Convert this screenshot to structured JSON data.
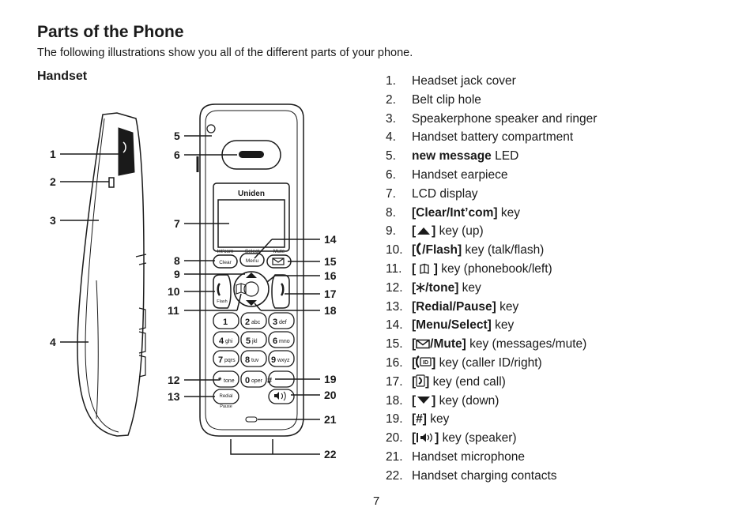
{
  "page": {
    "title": "Parts of the Phone",
    "subtitle": "The following illustrations show you all of the different parts of your phone.",
    "section": "Handset",
    "page_number": "7"
  },
  "handset": {
    "brand": "Uniden",
    "soft_left": "Int'com",
    "soft_mid": "Select",
    "soft_right": "Mute",
    "clear_key": "Clear",
    "menu_key": "Menu",
    "flash_label": "Flash",
    "redial_key": "Redial",
    "pause_label": "Pause",
    "keys": {
      "k1": "1",
      "k2": "2",
      "k2s": "abc",
      "k3": "3",
      "k3s": "def",
      "k4": "4",
      "k4s": "ghi",
      "k5": "5",
      "k5s": "jkl",
      "k6": "6",
      "k6s": "mno",
      "k7": "7",
      "k7s": "pqrs",
      "k8": "8",
      "k8s": "tuv",
      "k9": "9",
      "k9s": "wxyz",
      "kstar": "*",
      "kstars": "tone",
      "k0": "0",
      "k0s": "oper",
      "khash": "#"
    }
  },
  "callouts": {
    "c1": "1",
    "c2": "2",
    "c3": "3",
    "c4": "4",
    "c5": "5",
    "c6": "6",
    "c7": "7",
    "c8": "8",
    "c9": "9",
    "c10": "10",
    "c11": "11",
    "c12": "12",
    "c13": "13",
    "c14": "14",
    "c15": "15",
    "c16": "16",
    "c17": "17",
    "c18": "18",
    "c19": "19",
    "c20": "20",
    "c21": "21",
    "c22": "22"
  },
  "parts": [
    {
      "num": "1.",
      "text": "Headset jack cover"
    },
    {
      "num": "2.",
      "text": "Belt clip hole"
    },
    {
      "num": "3.",
      "text": "Speakerphone speaker and ringer"
    },
    {
      "num": "4.",
      "text": "Handset battery compartment"
    },
    {
      "num": "5.",
      "bold": "new message",
      "after": " LED"
    },
    {
      "num": "6.",
      "text": "Handset earpiece"
    },
    {
      "num": "7.",
      "text": "LCD display"
    },
    {
      "num": "8.",
      "bold": "[Clear/Int’com]",
      "after": " key"
    },
    {
      "num": "9.",
      "pre": "[",
      "post": "]",
      "after": " key (up)"
    },
    {
      "num": "10.",
      "pre": "[",
      "post": "/Flash]",
      "after": " key (talk/flash)"
    },
    {
      "num": "11.",
      "pre": "[ ",
      "post": " ]",
      "after": " key (phonebook/left)"
    },
    {
      "num": "12.",
      "pre": "[",
      "post": "/tone]",
      "after": " key"
    },
    {
      "num": "13.",
      "bold": "[Redial/Pause]",
      "after": " key"
    },
    {
      "num": "14.",
      "bold": "[Menu/Select]",
      "after": " key"
    },
    {
      "num": "15.",
      "pre": "[",
      "post": "/Mute]",
      "after": " key (messages/mute)"
    },
    {
      "num": "16.",
      "pre": "[",
      "post": "]",
      "after": " key (caller ID/right)"
    },
    {
      "num": "17.",
      "pre": "[",
      "post": "]",
      "after": " key (end call)"
    },
    {
      "num": "18.",
      "pre": "[",
      "post": "]",
      "after": " key (down)"
    },
    {
      "num": "19.",
      "bold": "[#]",
      "after": " key"
    },
    {
      "num": "20.",
      "pre": "[",
      "post": "]",
      "after": " key (speaker)"
    },
    {
      "num": "21.",
      "text": "Handset microphone"
    },
    {
      "num": "22.",
      "text": "Handset charging contacts"
    }
  ]
}
